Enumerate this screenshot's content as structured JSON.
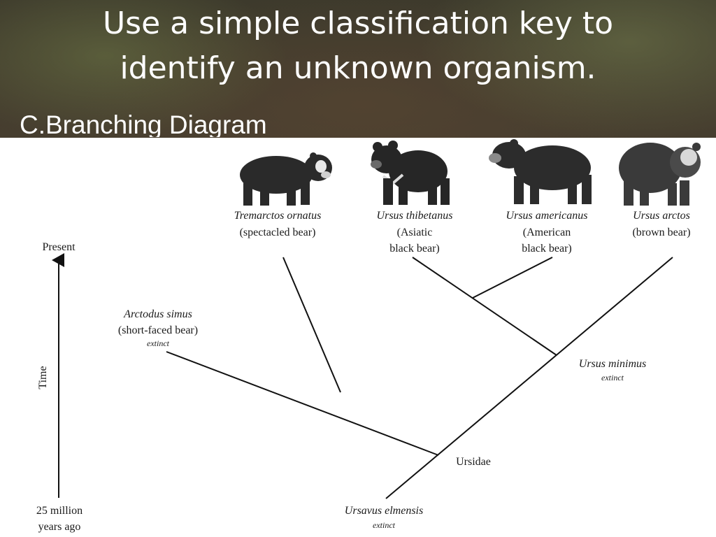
{
  "slide": {
    "title_line1": "Use a simple classification key to",
    "title_line2": "identify an unknown organism.",
    "subtitle": "C.Branching Diagram"
  },
  "diagram": {
    "axis": {
      "top_label": "Present",
      "side_label": "Time",
      "bottom_label_line1": "25 million",
      "bottom_label_line2": "years ago"
    },
    "species": [
      {
        "id": "tremarctos",
        "scientific": "Tremarctos ornatus",
        "common_line1": "(spectacled bear)",
        "common_line2": "",
        "icon": "spectacled-bear-illustration"
      },
      {
        "id": "thibetanus",
        "scientific": "Ursus thibetanus",
        "common_line1": "(Asiatic",
        "common_line2": "black bear)",
        "icon": "asiatic-black-bear-illustration"
      },
      {
        "id": "americanus",
        "scientific": "Ursus americanus",
        "common_line1": "(American",
        "common_line2": "black bear)",
        "icon": "american-black-bear-illustration"
      },
      {
        "id": "arctos",
        "scientific": "Ursus arctos",
        "common_line1": "(brown bear)",
        "common_line2": "",
        "icon": "brown-bear-illustration"
      }
    ],
    "ancestors": {
      "arctodus": {
        "scientific": "Arctodus simus",
        "common": "(short-faced bear)",
        "status": "extinct"
      },
      "minimus": {
        "scientific": "Ursus minimus",
        "status": "extinct"
      },
      "ursidae": {
        "label": "Ursidae"
      },
      "ursavus": {
        "scientific": "Ursavus elmensis",
        "status": "extinct"
      }
    }
  }
}
